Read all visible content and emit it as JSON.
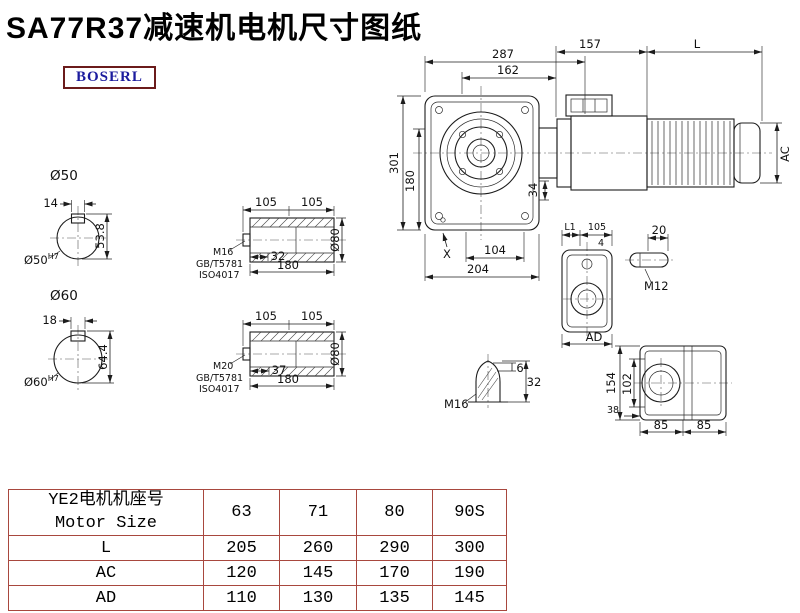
{
  "colors": {
    "drawing_line": "#1c1c1c",
    "table_border": "#a8473e",
    "logo_border": "#6b1b1b",
    "logo_text": "#1b1b9e",
    "title_text": "#000000"
  },
  "page": {
    "title": "SA77R37减速机电机尺寸图纸",
    "logo": "BOSERL"
  },
  "main_view": {
    "dim_287": "287",
    "dim_162": "162",
    "dim_157": "157",
    "dim_L": "L",
    "dim_301": "301",
    "dim_180": "180",
    "dim_34": "34",
    "dim_AC": "AC",
    "label_X": "X",
    "dim_104": "104",
    "dim_204": "204"
  },
  "shaft50": {
    "title": "Ø50",
    "dim_key_width": "14",
    "dim_key_height": "53.8",
    "bore": "Ø50",
    "tolerance": "H7"
  },
  "shaft60": {
    "title": "Ø60",
    "dim_key_width": "18",
    "dim_key_height": "64.4",
    "bore": "Ø60",
    "tolerance": "H7"
  },
  "hollow_shaft_top": {
    "dim_105_left": "105",
    "dim_105_right": "105",
    "thread": "M16",
    "standard_gb": "GB/T5781",
    "standard_iso": "ISO4017",
    "dim_depth": "32",
    "dim_length": "180",
    "dim_diameter": "Ø80"
  },
  "hollow_shaft_bottom": {
    "dim_105_left": "105",
    "dim_105_right": "105",
    "thread": "M20",
    "standard_gb": "GB/T5781",
    "standard_iso": "ISO4017",
    "dim_depth": "37",
    "dim_length": "180",
    "dim_diameter": "Ø80"
  },
  "rear_view": {
    "dim_L1": "L1",
    "dim_105": "105",
    "dim_4": "4",
    "dim_AD": "AD"
  },
  "pin_view": {
    "dim_20": "20",
    "thread": "M12"
  },
  "plug_view": {
    "dim_6": "6",
    "dim_32": "32",
    "thread": "M16"
  },
  "side_view": {
    "dim_154": "154",
    "dim_102": "102",
    "dim_38": "38",
    "dim_85_left": "85",
    "dim_85_right": "85"
  },
  "table": {
    "header_cn": "YE2电机机座号",
    "header_en": "Motor Size",
    "sizes": [
      "63",
      "71",
      "80",
      "90S"
    ],
    "rows": [
      {
        "label": "L",
        "values": [
          "205",
          "260",
          "290",
          "300"
        ]
      },
      {
        "label": "AC",
        "values": [
          "120",
          "145",
          "170",
          "190"
        ]
      },
      {
        "label": "AD",
        "values": [
          "110",
          "130",
          "135",
          "145"
        ]
      }
    ]
  }
}
